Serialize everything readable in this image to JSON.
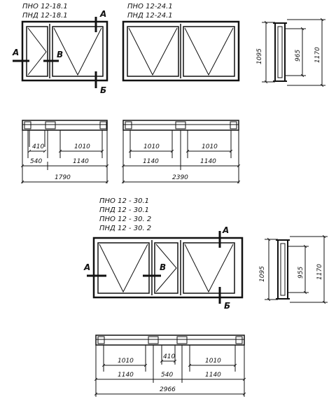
{
  "window_group_1": {
    "type_labels": [
      "ПНО  12-18.1",
      "ПНД  12-18.1"
    ],
    "section_marks": {
      "top": "А",
      "left": "А",
      "mid": "В",
      "bottom": "Б"
    },
    "plan_dims": {
      "inner_small": "410",
      "inner_large": "1010",
      "part_small": "540",
      "part_large": "1140",
      "total": "1790"
    }
  },
  "window_group_2": {
    "type_labels": [
      "ПНО  12-24.1",
      "ПНД  12-24.1"
    ],
    "plan_dims": {
      "inner_a": "1010",
      "inner_b": "1010",
      "part_a": "1140",
      "part_b": "1140",
      "total": "2390"
    }
  },
  "section_view_1": {
    "dims": {
      "outer_left": "1095",
      "inner": "965",
      "outer_right": "1170"
    }
  },
  "window_group_3": {
    "type_labels": [
      "ПНО  12 - 30.1",
      "ПНД  12 - 30.1",
      "ПНО  12 - 30. 2",
      "ПНД  12 - 30. 2"
    ],
    "section_marks": {
      "top": "А",
      "left": "А",
      "mid": "В",
      "bottom": "Б"
    },
    "plan_dims": {
      "inner_a": "1010",
      "inner_small": "410",
      "inner_b": "1010",
      "part_a": "1140",
      "part_small": "540",
      "part_b": "1140",
      "total": "2966"
    }
  },
  "section_view_2": {
    "dims": {
      "outer_left": "1095",
      "inner": "955",
      "outer_right": "1170"
    }
  }
}
